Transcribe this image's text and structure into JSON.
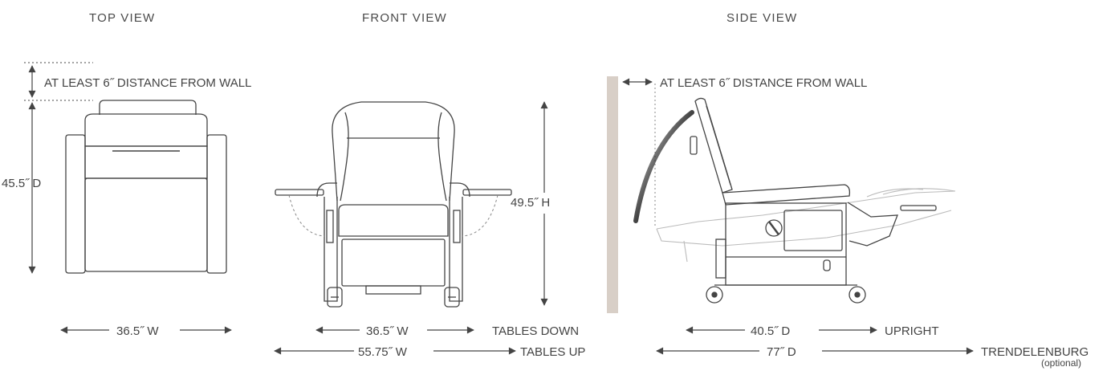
{
  "views": {
    "top": "TOP VIEW",
    "front": "FRONT VIEW",
    "side": "SIDE VIEW"
  },
  "top_view": {
    "wall_note": "AT LEAST 6˝ DISTANCE FROM WALL",
    "depth": "45.5˝ D",
    "width": "36.5˝ W"
  },
  "front_view": {
    "height": "49.5˝ H",
    "width_down": "36.5˝ W",
    "tables_down": "TABLES DOWN",
    "width_up": "55.75˝ W",
    "tables_up": "TABLES UP"
  },
  "side_view": {
    "wall_note": "AT LEAST 6˝ DISTANCE FROM WALL",
    "depth_upright": "40.5˝ D",
    "upright": "UPRIGHT",
    "depth_trend": "77˝ D",
    "trendelenburg": "TRENDELENBURG",
    "optional": "(optional)"
  },
  "colors": {
    "line": "#444444",
    "wall": "#d8cfc7",
    "dashed": "#888888"
  }
}
